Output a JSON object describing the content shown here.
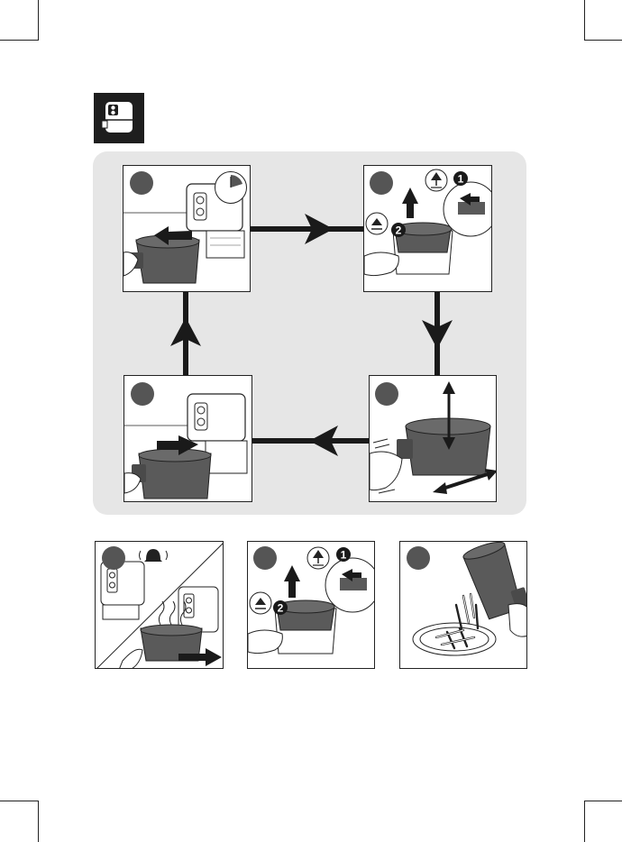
{
  "page": {
    "background": "#ffffff",
    "panel_background": "#e6e6e6",
    "basket_color": "#5a5a5a",
    "arrow_color": "#1a1a1a"
  },
  "header_icon": {
    "icon": "air-fryer-icon"
  },
  "cycle_steps": [
    {
      "name": "step-remove-basket",
      "icon": "timer-icon"
    },
    {
      "name": "step-detach-basket",
      "callouts": [
        "1",
        "2"
      ]
    },
    {
      "name": "step-shake-basket"
    },
    {
      "name": "step-reinsert-basket"
    }
  ],
  "final_steps": [
    {
      "name": "step-ready-beep",
      "icon": "bell-icon"
    },
    {
      "name": "step-release-basket",
      "callouts": [
        "1",
        "2"
      ]
    },
    {
      "name": "step-serve-food"
    }
  ]
}
